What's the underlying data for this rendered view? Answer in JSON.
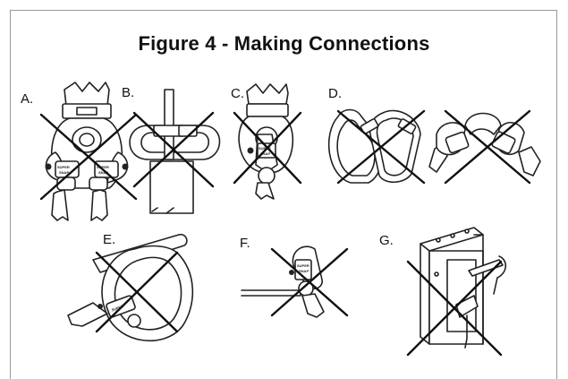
{
  "figure": {
    "title": "Figure 4 - Making Connections",
    "panels": [
      {
        "key": "a",
        "label": "A."
      },
      {
        "key": "b",
        "label": "B."
      },
      {
        "key": "c",
        "label": "C."
      },
      {
        "key": "d",
        "label": "D."
      },
      {
        "key": "e",
        "label": "E."
      },
      {
        "key": "f",
        "label": "F."
      },
      {
        "key": "g",
        "label": "G."
      }
    ],
    "hook_text": "SUPER SNAP"
  }
}
